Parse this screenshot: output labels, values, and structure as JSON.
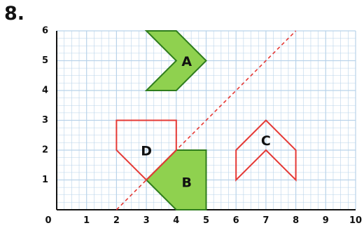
{
  "problem_number": "8.",
  "chart_data": {
    "type": "diagram",
    "xlim": [
      0,
      10
    ],
    "ylim": [
      0,
      6
    ],
    "x_ticks": [
      0,
      1,
      2,
      3,
      4,
      5,
      6,
      7,
      8,
      9,
      10
    ],
    "y_ticks": [
      0,
      1,
      2,
      3,
      4,
      5,
      6
    ],
    "grid": true,
    "colors": {
      "grid": "#b9d3ea",
      "filled": "#8fd14f",
      "filled_outline": "#2f7d1d",
      "outline_red": "#e53935"
    },
    "reflection_line": {
      "points": [
        [
          2,
          0
        ],
        [
          8,
          6
        ]
      ],
      "style": "dashed",
      "color": "#e53935"
    },
    "shapes": [
      {
        "label": "A",
        "fill": "#8fd14f",
        "stroke": "#2f7d1d",
        "vertices": [
          [
            3,
            6
          ],
          [
            4,
            6
          ],
          [
            5,
            5
          ],
          [
            4,
            4
          ],
          [
            3,
            4
          ],
          [
            4,
            5
          ]
        ],
        "label_at": [
          4.35,
          4.95
        ]
      },
      {
        "label": "B",
        "fill": "#8fd14f",
        "stroke": "#2f7d1d",
        "vertices": [
          [
            3,
            1
          ],
          [
            4,
            2
          ],
          [
            5,
            2
          ],
          [
            5,
            0
          ],
          [
            4,
            0
          ]
        ],
        "label_at": [
          4.35,
          0.9
        ]
      },
      {
        "label": "C",
        "fill": "none",
        "stroke": "#e53935",
        "vertices": [
          [
            6,
            2
          ],
          [
            7,
            3
          ],
          [
            8,
            2
          ],
          [
            8,
            1
          ],
          [
            7,
            2
          ],
          [
            6,
            1
          ]
        ],
        "label_at": [
          7.0,
          2.3
        ]
      },
      {
        "label": "D",
        "fill": "none",
        "stroke": "#e53935",
        "vertices": [
          [
            2,
            3
          ],
          [
            4,
            3
          ],
          [
            4,
            2
          ],
          [
            3,
            1
          ],
          [
            2,
            2
          ]
        ],
        "label_at": [
          3.0,
          1.95
        ]
      }
    ]
  }
}
